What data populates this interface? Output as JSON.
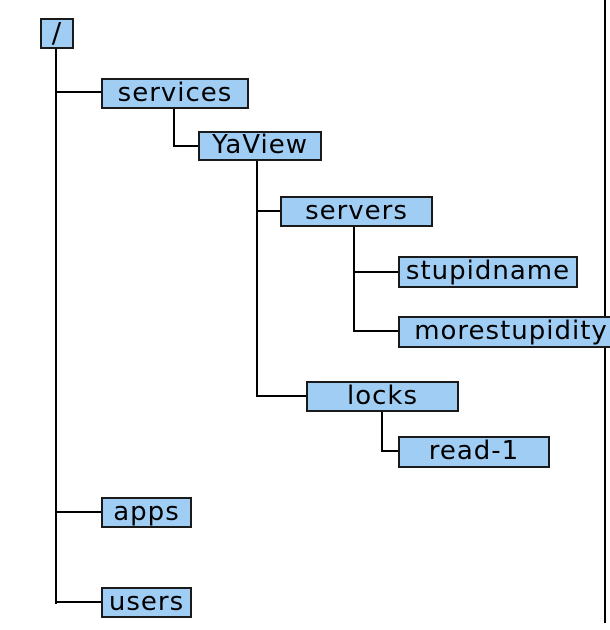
{
  "diagram": {
    "type": "tree",
    "description": "Hierarchical tree of paths shown as connected boxes",
    "nodes": [
      {
        "id": "root",
        "label": "/",
        "parent": null
      },
      {
        "id": "services",
        "label": "services",
        "parent": "root"
      },
      {
        "id": "yaview",
        "label": "YaView",
        "parent": "services"
      },
      {
        "id": "servers",
        "label": "servers",
        "parent": "yaview"
      },
      {
        "id": "stupidname",
        "label": "stupidname",
        "parent": "servers"
      },
      {
        "id": "morestupidity",
        "label": "morestupidity",
        "parent": "servers"
      },
      {
        "id": "locks",
        "label": "locks",
        "parent": "yaview"
      },
      {
        "id": "read-1",
        "label": "read-1",
        "parent": "locks"
      },
      {
        "id": "apps",
        "label": "apps",
        "parent": "root"
      },
      {
        "id": "users",
        "label": "users",
        "parent": "root"
      }
    ],
    "colors": {
      "node_fill": "#A0CDF4",
      "node_border": "#1A1A1A",
      "connector": "#000000",
      "background": "#FFFFFF"
    }
  }
}
